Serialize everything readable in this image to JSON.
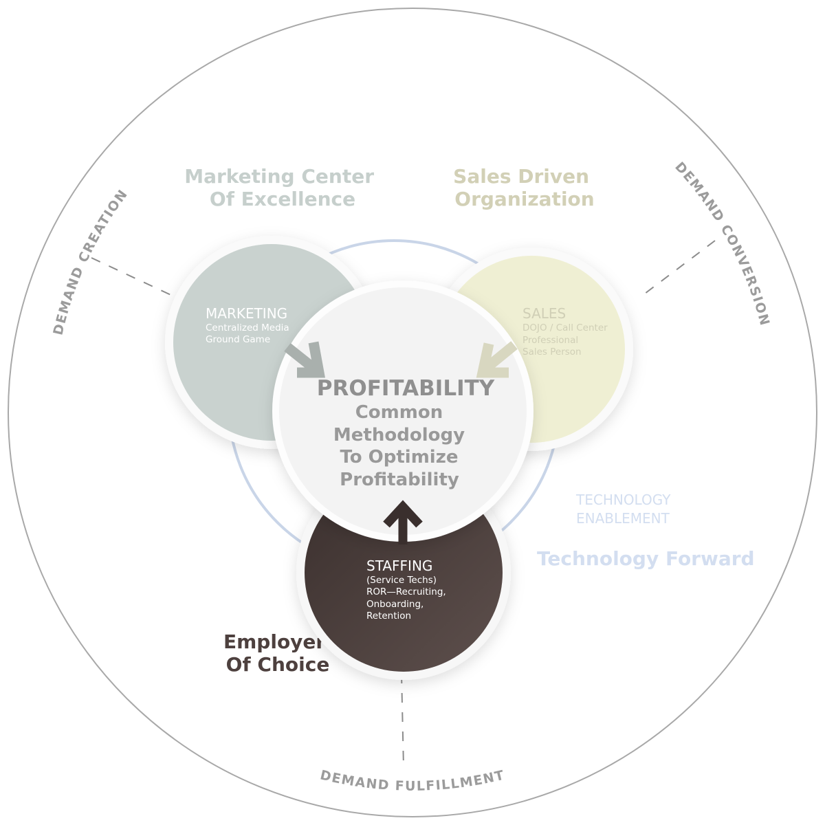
{
  "colors": {
    "outer_ring": "#a8a8a8",
    "tech_ring": "#c9d5e8",
    "marketing": "#c9d2cf",
    "sales": "#efefd3",
    "staffing": "#4d403e",
    "center": "#f4f4f4",
    "marketing_theme": "#c6cfcc",
    "sales_theme": "#d2d0b6",
    "technology": "#d3def0",
    "employer": "#4d403e"
  },
  "quadrants": {
    "creation": "DEMAND CREATION",
    "conversion": "DEMAND CONVERSION",
    "fulfillment": "DEMAND FULFILLMENT"
  },
  "themes": {
    "marketing": [
      "Marketing Center",
      "Of Excellence"
    ],
    "sales": [
      "Sales Driven",
      "Organization"
    ],
    "technology": "Technology Forward",
    "employer": [
      "Employer",
      "Of Choice"
    ]
  },
  "technology_enablement": [
    "TECHNOLOGY",
    "ENABLEMENT"
  ],
  "marketing": {
    "title": "MARKETING",
    "lines": [
      "Centralized Media",
      "Ground Game"
    ]
  },
  "sales": {
    "title": "SALES",
    "lines": [
      "DOJO / Call Center",
      "Professional",
      "Sales Person"
    ]
  },
  "staffing": {
    "title": "STAFFING",
    "lines": [
      "(Service Techs)",
      "ROR—Recruiting,",
      "Onboarding,",
      "Retention"
    ]
  },
  "center": {
    "title": "PROFITABILITY",
    "lines": [
      "Common",
      "Methodology",
      "To Optimize",
      "Profitability"
    ]
  },
  "icons": {
    "marketing_arrow": "arrow-down-right",
    "sales_arrow": "arrow-down-left",
    "staffing_arrow": "arrow-up"
  }
}
